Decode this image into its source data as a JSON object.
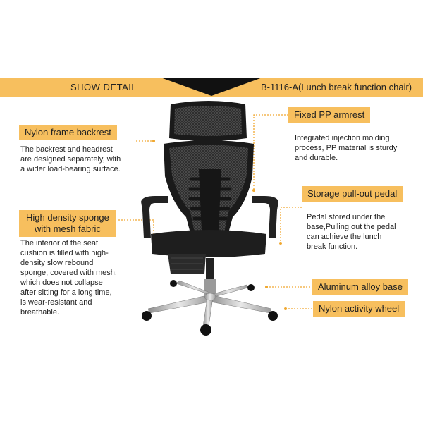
{
  "header": {
    "left": "SHOW  DETAIL",
    "right": "B-1116-A(Lunch break function chair)"
  },
  "features": {
    "backrest": {
      "label": "Nylon frame backrest",
      "desc": [
        "The backrest and headrest",
        "are designed separately, with",
        "a wider load-bearing surface."
      ]
    },
    "armrest": {
      "label": "Fixed PP armrest",
      "desc": [
        "Integrated injection molding",
        "process, PP material is sturdy",
        "and durable."
      ]
    },
    "pedal": {
      "label": "Storage pull-out pedal",
      "desc": [
        "Pedal stored under the",
        "base,Pulling out the pedal",
        "can achieve the lunch",
        "break function."
      ]
    },
    "sponge": {
      "label_line1": "High density sponge",
      "label_line2": "with mesh fabric",
      "desc": [
        "The interior of the seat",
        "cushion is filled with high-",
        "density slow rebound",
        "sponge, covered with mesh,",
        "which does not collapse",
        "after sitting for a long time,",
        "is wear-resistant and",
        "breathable."
      ]
    },
    "base": {
      "label": "Aluminum alloy base"
    },
    "wheel": {
      "label": "Nylon activity wheel"
    }
  },
  "colors": {
    "accent": "#f7bf5e",
    "leader": "#f0a830",
    "chair": "#1c1c1c"
  }
}
